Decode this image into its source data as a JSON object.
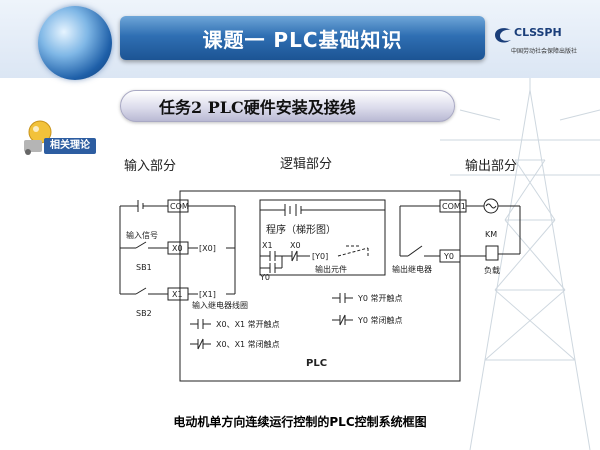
{
  "header": {
    "title": "课题一   PLC基础知识",
    "logo_text": "CLSSPH",
    "logo_subtext": "中国劳动社会保障出版社"
  },
  "task": {
    "title": "任务2  PLC硬件安装及接线"
  },
  "badge": {
    "label": "相关理论"
  },
  "diagram": {
    "section_input": "输入部分",
    "section_logic": "逻辑部分",
    "section_output": "输出部分",
    "com_label": "COM",
    "com1_label": "COM1",
    "input_signal_label": "输入信号",
    "sb1": "SB1",
    "sb2": "SB2",
    "x0_terminal": "X0",
    "x1_terminal": "X1",
    "x0_coil": "[X0]",
    "x1_coil": "[X1]",
    "input_relay_coil_label": "输入继电器线圈",
    "no_contact_label": "X0、X1 常开触点",
    "nc_contact_label": "X0、X1 常闭触点",
    "program_label": "程序（梯形图）",
    "ladder_x1": "X1",
    "ladder_x0": "X0",
    "ladder_y0": "Y0",
    "ladder_coil": "[Y0]",
    "output_element_label": "输出元件",
    "output_relay_label": "输出继电器",
    "y0_no_contact_label": "Y0  常开触点",
    "y0_nc_contact_label": "Y0  常闭触点",
    "y0_terminal": "Y0",
    "km_label": "KM",
    "load_label": "负载",
    "plc_label": "PLC"
  },
  "caption": "电动机单方向连续运行控制的PLC控制系统框图"
}
